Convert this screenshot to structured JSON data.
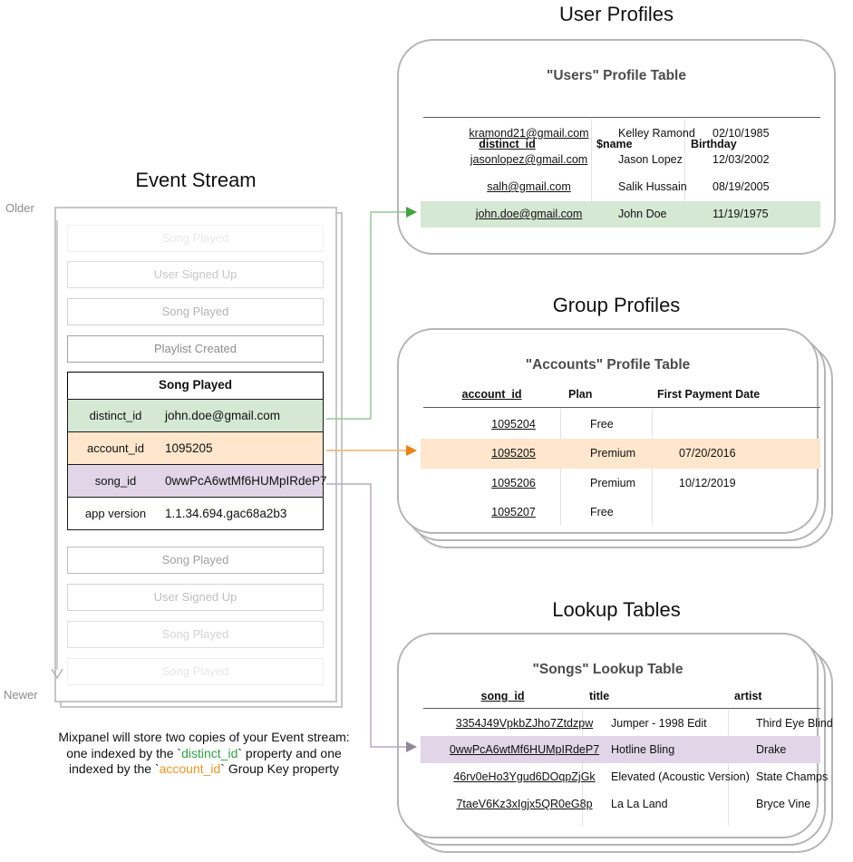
{
  "event_stream": {
    "title": "Event Stream",
    "older_label": "Older",
    "newer_label": "Newer",
    "faded_events_top": [
      "Song Played",
      "User Signed Up",
      "Song Played",
      "Playlist Created"
    ],
    "expanded_event": {
      "title": "Song Played",
      "properties": [
        {
          "key": "distinct_id",
          "value": "john.doe@gmail.com",
          "highlight": "green"
        },
        {
          "key": "account_id",
          "value": "1095205",
          "highlight": "orange"
        },
        {
          "key": "song_id",
          "value": "0wwPcA6wtMf6HUMpIRdeP7",
          "highlight": "purple"
        },
        {
          "key": "app version",
          "value": "1.1.34.694.gac68a2b3",
          "highlight": "none"
        }
      ]
    },
    "faded_events_bottom": [
      "Song Played",
      "User Signed Up",
      "Song Played",
      "Song Played"
    ]
  },
  "user_profiles": {
    "section_title": "User Profiles",
    "table_title": "\"Users\" Profile Table",
    "columns": [
      "distinct_id",
      "$name",
      "Birthday"
    ],
    "rows": [
      [
        "kramond21@gmail.com",
        "Kelley Ramond",
        "02/10/1985"
      ],
      [
        "jasonlopez@gmail.com",
        "Jason Lopez",
        "12/03/2002"
      ],
      [
        "salh@gmail.com",
        "Salik Hussain",
        "08/19/2005"
      ],
      [
        "john.doe@gmail.com",
        "John Doe",
        "11/19/1975"
      ]
    ],
    "highlighted_row_index": 3
  },
  "group_profiles": {
    "section_title": "Group Profiles",
    "table_title": "\"Accounts\" Profile Table",
    "columns": [
      "account_id",
      "Plan",
      "First Payment Date"
    ],
    "rows": [
      [
        "1095204",
        "Free",
        ""
      ],
      [
        "1095205",
        "Premium",
        "07/20/2016"
      ],
      [
        "1095206",
        "Premium",
        "10/12/2019"
      ],
      [
        "1095207",
        "Free",
        ""
      ]
    ],
    "highlighted_row_index": 1
  },
  "lookup_tables": {
    "section_title": "Lookup Tables",
    "table_title": "\"Songs\" Lookup Table",
    "columns": [
      "song_id",
      "title",
      "artist"
    ],
    "rows": [
      [
        "3354J49VpkbZJho7Ztdzpw",
        "Jumper - 1998 Edit",
        "Third Eye Blind"
      ],
      [
        "0wwPcA6wtMf6HUMpIRdeP7",
        "Hotline Bling",
        "Drake"
      ],
      [
        "46rv0eHo3Ygud6DOqpZjGk",
        "Elevated (Acoustic Version)",
        "State Champs"
      ],
      [
        "7taeV6Kz3xIgjx5QR0eG8p",
        "La La Land",
        "Bryce Vine"
      ]
    ],
    "highlighted_row_index": 1
  },
  "connectors": [
    {
      "from": "distinct_id",
      "to": "user_profiles",
      "color": "green"
    },
    {
      "from": "account_id",
      "to": "group_profiles",
      "color": "orange"
    },
    {
      "from": "song_id",
      "to": "lookup_tables",
      "color": "purple"
    }
  ],
  "caption": {
    "line1": "Mixpanel will store two copies of your Event stream:",
    "line2_prefix": "one indexed by the `",
    "line2_code": "distinct_id",
    "line2_suffix": "` property and one",
    "line3_prefix": "indexed by the `",
    "line3_code": "account_id",
    "line3_suffix": "` Group Key property"
  },
  "colors": {
    "green_highlight": "#d5e8d4",
    "orange_highlight": "#ffe6cc",
    "purple_highlight": "#e1d5e7",
    "green_arrow_line": "#95c595",
    "green_arrow_head": "#3fa43f",
    "orange_arrow_line": "#e9bd85",
    "orange_arrow_head": "#f0810f",
    "purple_arrow_line": "#b7aac3",
    "purple_arrow_head": "#8f8a97",
    "caption_green": "#2da343",
    "caption_orange": "#f7941d",
    "card_border": "#b5b5b5"
  }
}
